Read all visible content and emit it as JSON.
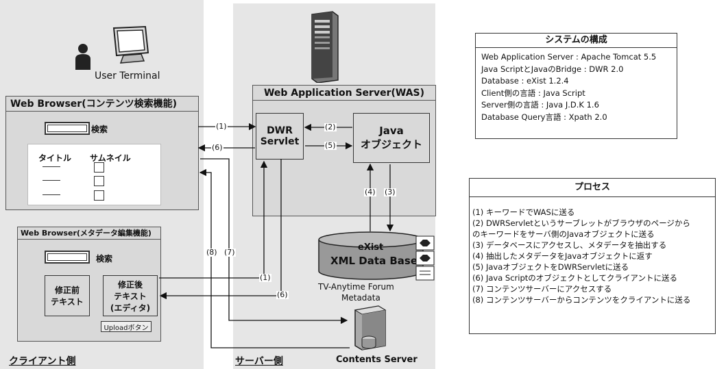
{
  "client": {
    "user_terminal_label": "User Terminal",
    "side_label": "クライアント側",
    "search_browser": {
      "title": "Web Browser(コンテンツ検索機能)",
      "search_label": "検索",
      "col_title": "タイトル",
      "col_thumbnail": "サムネイル"
    },
    "meta_browser": {
      "title": "Web Browser(メタデータ編集機能)",
      "search_label": "検索",
      "before_text": "修正前\nテキスト",
      "after_text": "修正後\nテキスト\n(エディタ)",
      "upload_button": "Uploadボタン"
    }
  },
  "server": {
    "side_label": "サーバー側",
    "was_title": "Web Application Server(WAS)",
    "dwr_servlet": "DWR\nServlet",
    "java_object": "Java\nオブジェクト",
    "db_line1": "eXist",
    "db_line2": "XML Data Base",
    "tv_anytime_line1": "TV-Anytime Forum",
    "tv_anytime_line2": "Metadata",
    "contents_server": "Contents Server"
  },
  "arrows": {
    "a1": "(1)",
    "a2": "(2)",
    "a3": "(3)",
    "a4": "(4)",
    "a5": "(5)",
    "a6": "(6)",
    "a7": "(7)",
    "a8": "(8)"
  },
  "system": {
    "title": "システムの構成",
    "lines": [
      "Web Application Server : Apache Tomcat 5.5",
      "Java ScriptとJavaのBridge : DWR 2.0",
      "Database : eXist 1.2.4",
      "Client側の言語 : Java Script",
      "Server側の言語 : Java J.D.K 1.6",
      "Database Query言語 : Xpath 2.0"
    ]
  },
  "process": {
    "title": "プロセス",
    "lines": [
      "(1) キーワードでWASに送る",
      "(2) DWRServletというサーブレットがブラウザのページから",
      "      のキーワードをサーバ側のJavaオブジェクトに送る",
      "(3) データベースにアクセスし、メタデータを抽出する",
      "(4) 抽出したメタデータをJavaオブジェクトに返す",
      "(5) JavaオブジェクトをDWRServletに送る",
      "(6) Java Scriptのオブジェクトとしてクライアントに送る",
      "(7) コンテンツサーバーにアクセスする",
      "(8) コンテンツサーバーからコンテンツをクライアントに送る"
    ]
  }
}
